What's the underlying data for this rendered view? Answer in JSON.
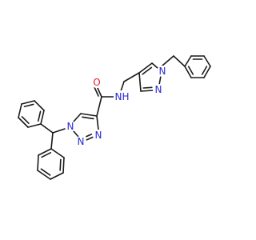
{
  "molecule": {
    "colors": {
      "bond": "#1a1a1a",
      "oxygen": "#e8202a",
      "nitrogen": "#2a2ad8"
    },
    "atoms": [
      {
        "id": "o1",
        "element": "O",
        "label": "O"
      },
      {
        "id": "n_amide",
        "element": "N",
        "label": "N",
        "suffix": "H"
      },
      {
        "id": "n_pz1",
        "element": "N",
        "label": "N"
      },
      {
        "id": "n_pz2",
        "element": "N",
        "label": "N"
      },
      {
        "id": "n_tz1",
        "element": "N",
        "label": "N"
      },
      {
        "id": "n_tz2",
        "element": "N",
        "label": "N"
      },
      {
        "id": "n_tz3",
        "element": "N",
        "label": "N"
      }
    ]
  }
}
